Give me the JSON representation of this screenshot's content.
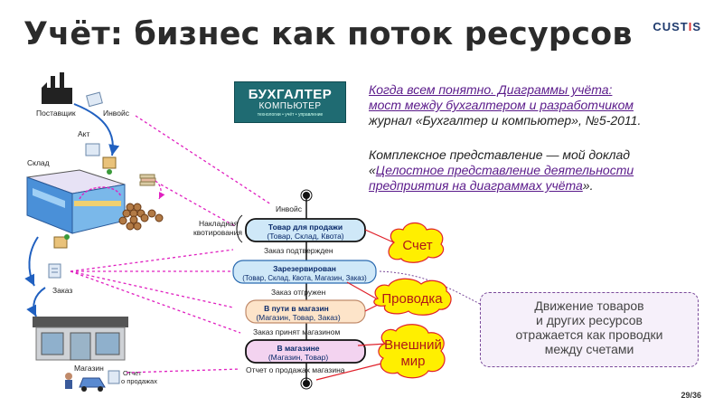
{
  "slide": {
    "title": "Учёт: бизнес как поток ресурсов",
    "brand": {
      "main": "CUST",
      "accent": "I",
      "tail": "S"
    },
    "page": "29/36"
  },
  "journal_logo": {
    "line1": "БУХГАЛТЕР",
    "line2": "КОМПЬЮТЕР",
    "line3": "технологии • учёт • управление"
  },
  "reference1": {
    "link_line1": "Когда всем понятно. Диаграммы учёта:",
    "link_line2": "мост между бухгалтером и разработчиком",
    "source": "журнал «Бухгалтер и компьютер», №5-2011."
  },
  "reference2": {
    "intro": "Комплексное представление — мой доклад",
    "quote_open": "«",
    "link_line1": "Целостное представление деятельности",
    "link_line2": "предприятия на диаграммах учёта",
    "quote_close": "»."
  },
  "left_labels": {
    "supplier": "Поставщик",
    "invoice": "Инвойс",
    "act": "Акт",
    "warehouse": "Склад",
    "order": "Заказ",
    "shop": "Магазин",
    "sales_report_1": "Отчет",
    "sales_report_2": "о продажах"
  },
  "flow": {
    "invoice_label": "Инвойс",
    "waybill_1": "Накладная",
    "waybill_2": "квотирования",
    "states": [
      {
        "title": "Товар для продажи",
        "sub": "(Товар, Склад, Квота)"
      },
      {
        "title": "Зарезервирован",
        "sub": "(Товар, Склад, Квота, Магазин, Заказ)"
      },
      {
        "title": "В пути в магазин",
        "sub": "(Магазин, Товар, Заказ)"
      },
      {
        "title": "В магазине",
        "sub": "(Магазин, Товар)"
      }
    ],
    "transitions": [
      "Заказ подтвержден",
      "Заказ отгружен",
      "Заказ принят магазином",
      "Отчет о продажах магазина"
    ],
    "clouds": [
      "Счет",
      "Проводка",
      "Внешний",
      "мир"
    ]
  },
  "callout": {
    "line1": "Движение товаров",
    "line2": "и других ресурсов",
    "line3": "отражается как проводки",
    "line4": "между счетами"
  },
  "colors": {
    "link": "#5a1a8a",
    "cloud_fill": "#ffef00",
    "state_fill_1": "#cfe8f8",
    "state_fill_3": "#fde4c9",
    "state_fill_4": "#f3d3f0",
    "dashed": "#e020c0"
  }
}
